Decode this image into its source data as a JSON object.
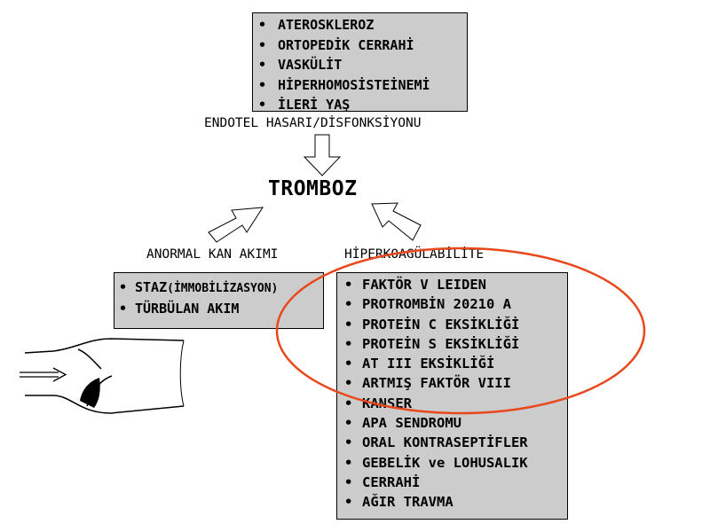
{
  "top_box": {
    "items": [
      "ATEROSKLEROZ",
      "ORTOPEDİK CERRAHİ",
      "VASKÜLİT",
      "HİPERHOMOSİSTEİNEMİ",
      "İLERİ YAŞ"
    ]
  },
  "labels": {
    "endothelial": "ENDOTEL HASARI/DİSFONKSİYONU",
    "center": "TROMBOZ",
    "abnormal_flow": "ANORMAL KAN AKIMI",
    "hypercoag": "HİPERKOAGÜLABİLİTE"
  },
  "left_box": {
    "item1_main": "STAZ",
    "item1_sub": "(İMMOBİLİZASYON)",
    "item2": "TÜRBÜLAN AKIM"
  },
  "right_box": {
    "items": [
      "FAKTÖR V LEIDEN",
      "PROTROMBİN 20210 A",
      "PROTEİN C EKSİKLİĞİ",
      "PROTEİN S EKSİKLİĞİ",
      "AT III EKSİKLİĞİ",
      "ARTMIŞ FAKTÖR VIII",
      "KANSER",
      "APA SENDROMU",
      "ORAL KONTRASEPTİFLER",
      "GEBELİK ve LOHUSALIK",
      "CERRAHİ",
      "AĞIR TRAVMA"
    ]
  },
  "colors": {
    "box_fill": "#cccccc",
    "highlight_ellipse": "#e8481c"
  }
}
